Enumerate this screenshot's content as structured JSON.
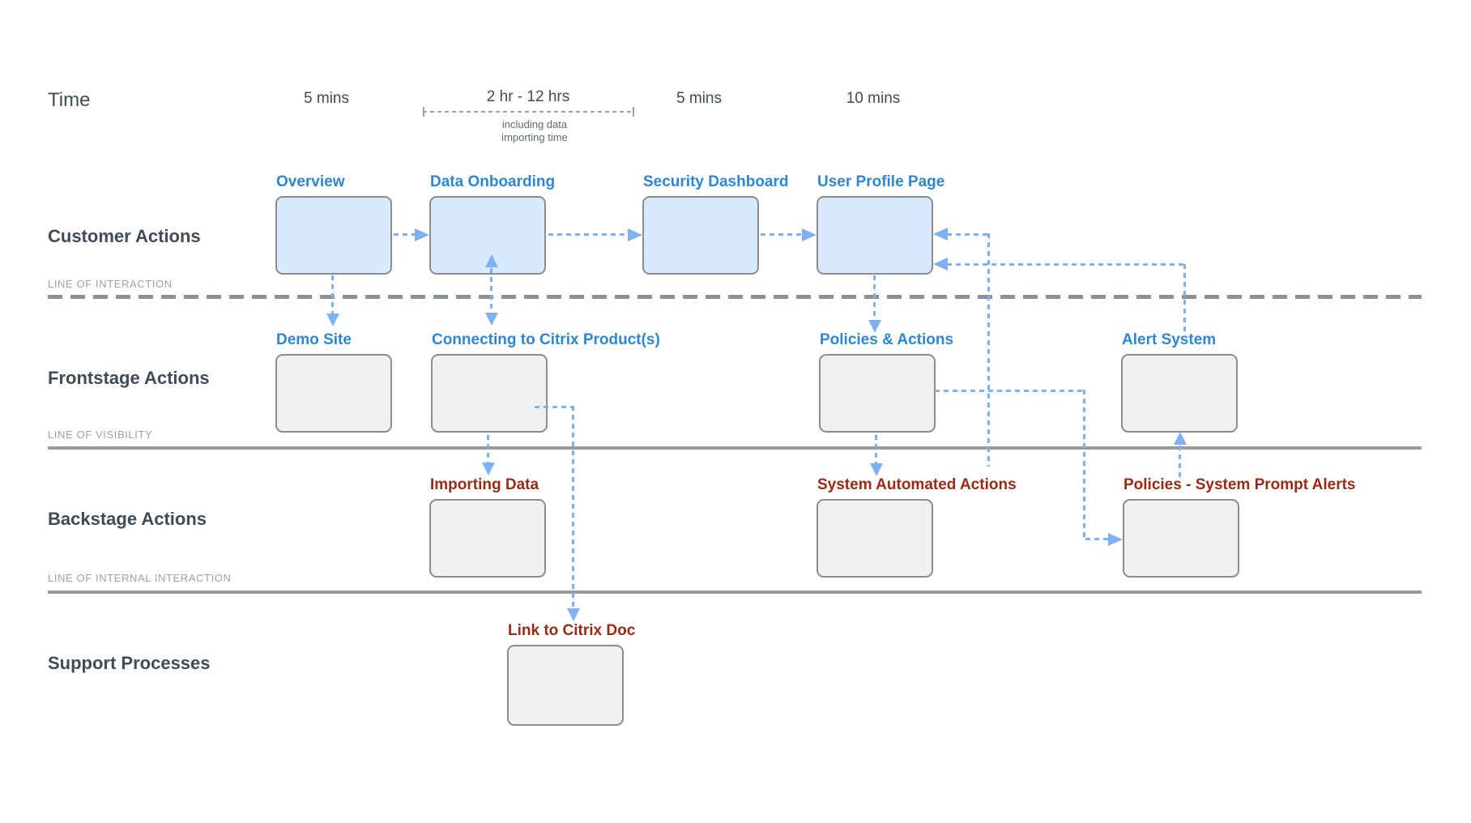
{
  "header": {
    "time_label": "Time",
    "durations": [
      {
        "text": "5 mins"
      },
      {
        "text": "2 hr - 12 hrs"
      },
      {
        "text": "5 mins"
      },
      {
        "text": "10 mins"
      }
    ],
    "bracket_note": {
      "line1": "including data",
      "line2": "importing time"
    }
  },
  "rows": {
    "customer": {
      "label": "Customer Actions",
      "line_label": "LINE OF INTERACTION"
    },
    "frontstage": {
      "label": "Frontstage Actions",
      "line_label": "LINE OF VISIBILITY"
    },
    "backstage": {
      "label": "Backstage Actions",
      "line_label": "LINE OF INTERNAL INTERACTION"
    },
    "support": {
      "label": "Support Processes"
    }
  },
  "nodes": {
    "overview": "Overview",
    "data_onboarding": "Data Onboarding",
    "security_dashboard": "Security Dashboard",
    "user_profile_page": "User Profile Page",
    "demo_site": "Demo Site",
    "connecting_citrix": "Connecting to Citrix Product(s)",
    "policies_actions": "Policies & Actions",
    "alert_system": "Alert System",
    "importing_data": "Importing Data",
    "system_automated_actions": "System Automated Actions",
    "policies_system_prompt_alerts": "Policies - System Prompt Alerts",
    "link_citrix_doc": "Link to Citrix Doc"
  },
  "colors": {
    "arrow": "#7fb0f2",
    "box_border": "#8c8c8c",
    "customer_fill": "#d7e9fc",
    "stage_fill": "#f0f0f0",
    "blue_label": "#2e86d1",
    "red_label": "#992b15",
    "row_label": "#3f4b57",
    "line_label": "#9aa2ab",
    "note_gray": "#5f6a74",
    "line_gray": "#9a9a9a",
    "dash_line": "#8b9197"
  }
}
